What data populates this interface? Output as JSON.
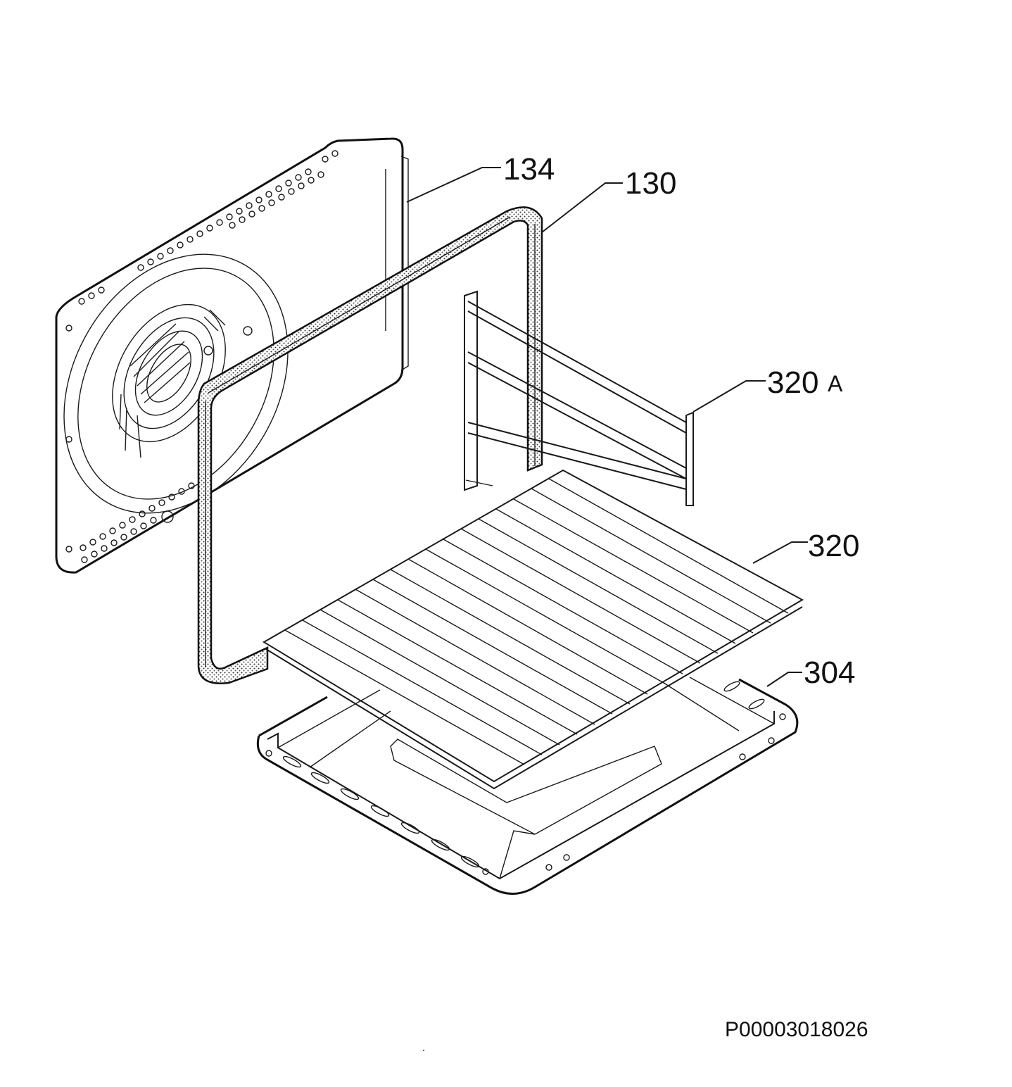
{
  "diagram": {
    "parts": [
      {
        "id": "back-panel",
        "label": "134"
      },
      {
        "id": "door-seal",
        "label": "130"
      },
      {
        "id": "side-rack",
        "label": "320",
        "suffix": "A"
      },
      {
        "id": "wire-shelf",
        "label": "320"
      },
      {
        "id": "drip-tray",
        "label": "304"
      }
    ],
    "document_number": "P00003018026"
  }
}
